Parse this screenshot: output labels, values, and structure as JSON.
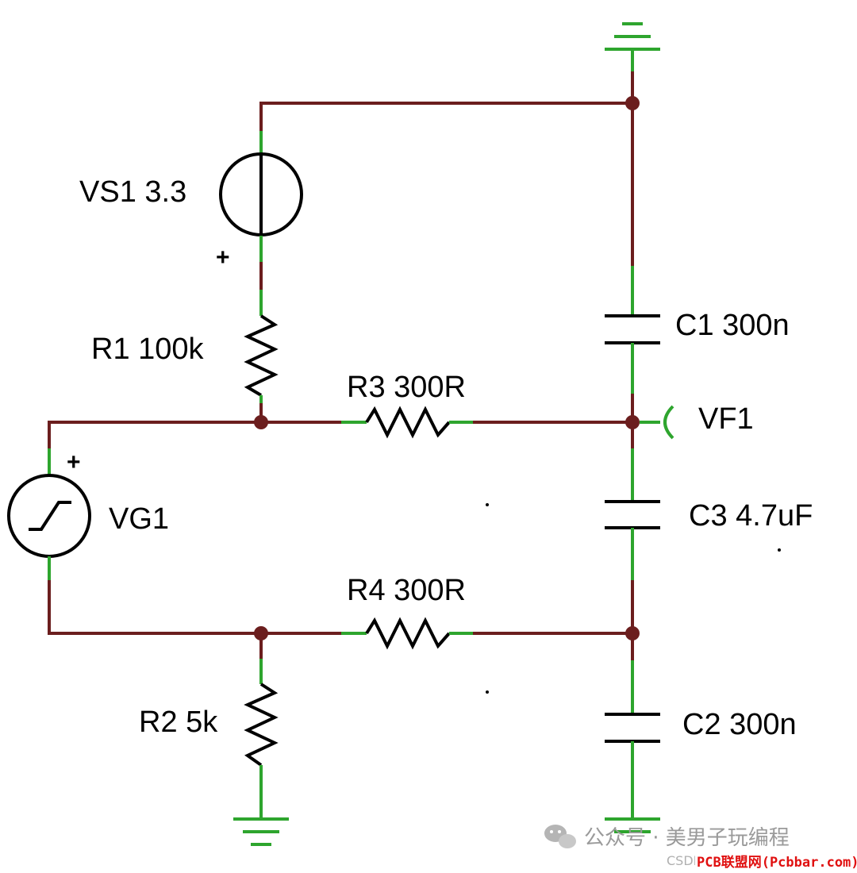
{
  "components": {
    "vs1": "VS1 3.3",
    "vs1_plus": "+",
    "r1": "R1 100k",
    "r3": "R3 300R",
    "vg1": "VG1",
    "vg1_plus": "+",
    "r4": "R4 300R",
    "r2": "R2 5k",
    "c1": "C1 300n",
    "vf1": "VF1",
    "c3": "C3 4.7uF",
    "c2": "C2 300n"
  },
  "watermark": {
    "wechat": "公众号 · 美男子玩编程",
    "csdn": "CSDN",
    "pcbbar": "PCB联盟网(Pcbbar.com)"
  },
  "colors": {
    "wire": "#6b1e1e",
    "lead": "#2ea52e",
    "symbol": "#000000"
  }
}
